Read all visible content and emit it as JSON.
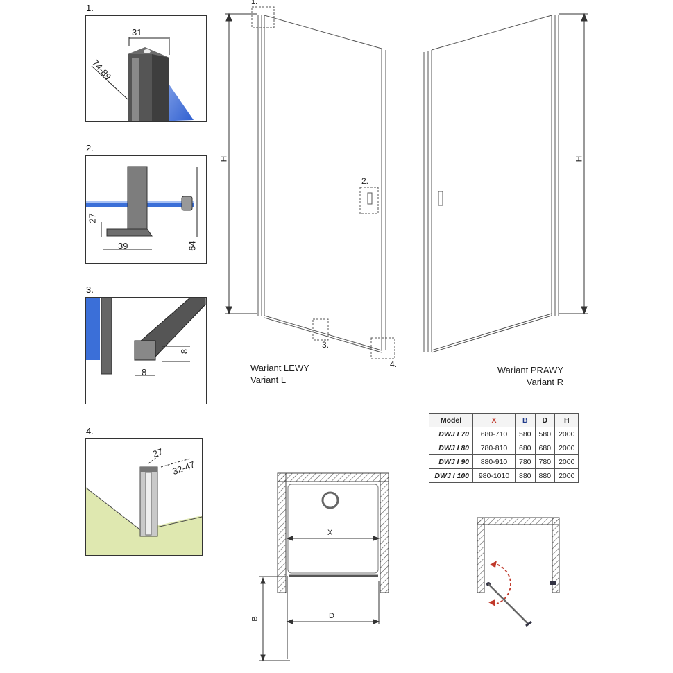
{
  "details": [
    {
      "number": "1.",
      "dims": [
        "31",
        "74-89"
      ]
    },
    {
      "number": "2.",
      "dims": [
        "27",
        "39",
        "64"
      ]
    },
    {
      "number": "3.",
      "dims": [
        "8",
        "8"
      ]
    },
    {
      "number": "4.",
      "dims": [
        "27",
        "32-47"
      ]
    }
  ],
  "door_callouts": [
    "1.",
    "2.",
    "3.",
    "4."
  ],
  "height_label": "H",
  "variant_left": {
    "line1": "Wariant LEWY",
    "line2": "Variant L"
  },
  "variant_right": {
    "line1": "Wariant PRAWY",
    "line2": "Variant R"
  },
  "table": {
    "headers": [
      "Model",
      "X",
      "B",
      "D",
      "H"
    ],
    "rows": [
      [
        "DWJ I 70",
        "680-710",
        "580",
        "580",
        "2000"
      ],
      [
        "DWJ I 80",
        "780-810",
        "680",
        "680",
        "2000"
      ],
      [
        "DWJ I 90",
        "880-910",
        "780",
        "780",
        "2000"
      ],
      [
        "DWJ I 100",
        "980-1010",
        "880",
        "880",
        "2000"
      ]
    ]
  },
  "plan_labels": {
    "x": "X",
    "d": "D",
    "b": "B"
  },
  "colors": {
    "accent_red": "#c0392b",
    "header_blue": "#1f3a8a",
    "glass_blue": "#3b6fd8",
    "floor_green": "#dfe8b0"
  }
}
